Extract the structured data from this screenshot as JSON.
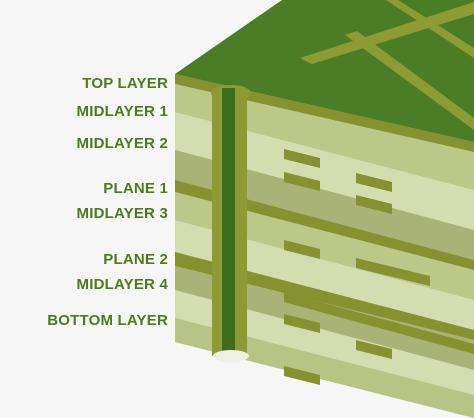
{
  "layers": [
    {
      "label": "TOP LAYER"
    },
    {
      "label": "MIDLAYER 1"
    },
    {
      "label": "MIDLAYER 2"
    },
    {
      "label": "PLANE 1"
    },
    {
      "label": "MIDLAYER 3"
    },
    {
      "label": "PLANE 2"
    },
    {
      "label": "MIDLAYER 4"
    },
    {
      "label": "BOTTOM LAYER"
    }
  ],
  "colors": {
    "label_text": "#4e7a1e",
    "top_surface": "#4a7d25",
    "trace": "#8e9b35",
    "copper_band": "#86922f",
    "core_light": "#d3ddb0",
    "core_mid": "#b8c486",
    "core_dark": "#a9b377",
    "via_core": "#3d6e1e"
  },
  "icons": {
    "board": "pcb-stackup-board-icon"
  }
}
